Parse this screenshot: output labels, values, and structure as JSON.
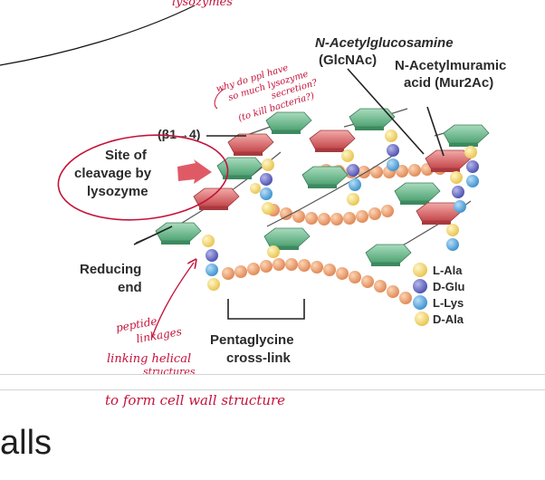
{
  "labels": {
    "glcnac_line1": "N-Acetylglucosamine",
    "glcnac_line2": "(GlcNAc)",
    "mur2ac_line1": "N-Acetylmuramic",
    "mur2ac_line2": "acid (Mur2Ac)",
    "bond": "(β1→4)",
    "cleavage_line1": "Site of",
    "cleavage_line2": "cleavage by",
    "cleavage_line3": "lysozyme",
    "reducing_line1": "Reducing",
    "reducing_line2": "end",
    "pentaglycine_line1": "Pentaglycine",
    "pentaglycine_line2": "cross-link",
    "residues": [
      "L-Ala",
      "D-Glu",
      "L-Lys",
      "D-Ala"
    ]
  },
  "handwriting": {
    "top_scribble": "lysozymes",
    "note_line1": "why do ppl have",
    "note_line2": "so much lysozyme",
    "note_line3": "secretion?",
    "note_line4": "(to kill bacteria?)",
    "peptide_line1": "peptide",
    "peptide_line2": "linkages",
    "peptide_line3": "linking helical",
    "peptide_line4": "structures",
    "bottom_note": "to form cell wall structure"
  },
  "section": {
    "title": "alls"
  },
  "colors": {
    "glcnac": "#78c49a",
    "mur2ac": "#e07e7e",
    "pentaglycine": "#f0a070",
    "l_ala": "#f5dc7a",
    "d_glu": "#6f73c9",
    "l_lys": "#58a8e0",
    "d_ala": "#f5dc7a",
    "ink": "#c4123a",
    "arrow": "#e05a66"
  }
}
